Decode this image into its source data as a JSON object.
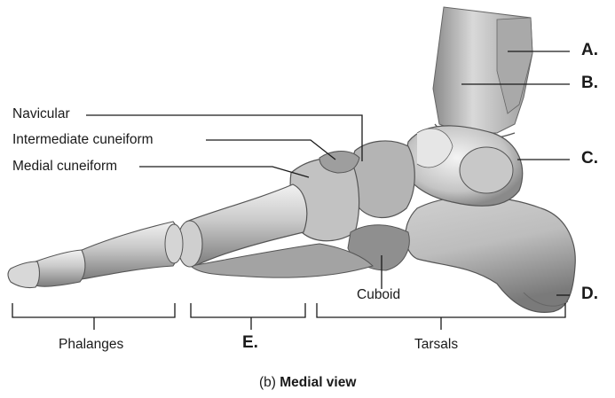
{
  "labels": {
    "navicular": "Navicular",
    "intermediate_cuneiform": "Intermediate cuneiform",
    "medial_cuneiform": "Medial cuneiform",
    "cuboid": "Cuboid",
    "a": "A.",
    "b": "B.",
    "c": "C.",
    "d": "D.",
    "e": "E."
  },
  "groups": {
    "phalanges": "Phalanges",
    "tarsals": "Tarsals"
  },
  "caption": {
    "prefix": "(b)",
    "title": "Medial view"
  },
  "colors": {
    "bone_light": "#e6e6e6",
    "bone_mid": "#b9b9b9",
    "bone_dark": "#6f6f6f",
    "line": "#1a1a1a"
  }
}
